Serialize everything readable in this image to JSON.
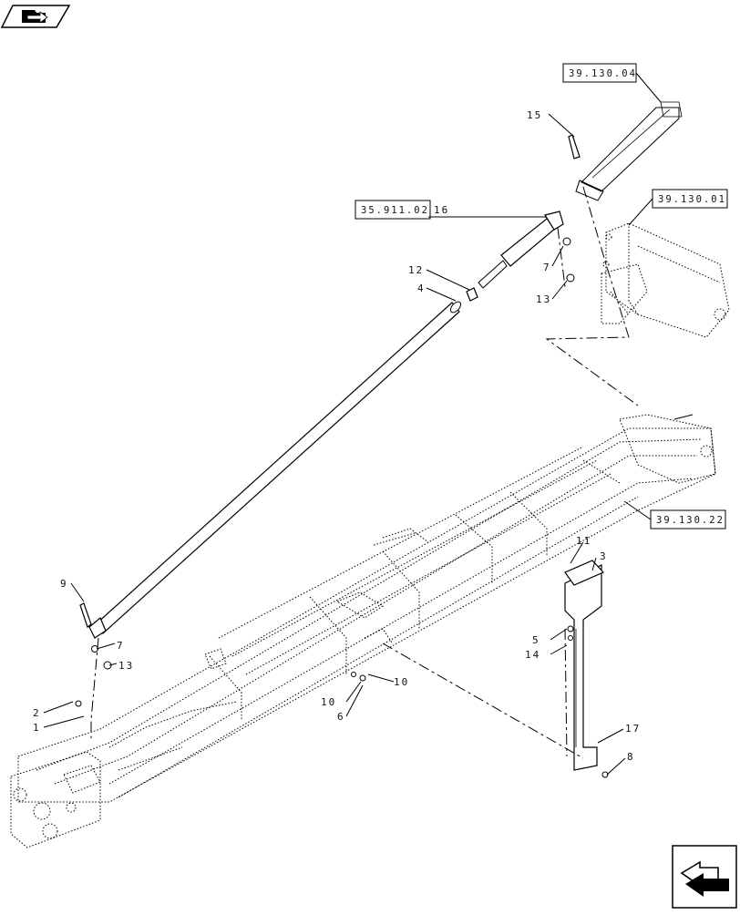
{
  "nav": {
    "prev_icon": "back-arrow-icon",
    "next_icon": "forward-arrow-icon"
  },
  "refs": {
    "r1": "39.130.04",
    "r2": "39.130.01",
    "r3": "35.911.02",
    "r4": "39.130.22"
  },
  "callouts": {
    "c15": "15",
    "c16": "16",
    "c7a": "7",
    "c13a": "13",
    "c12": "12",
    "c4": "4",
    "c11": "11",
    "c3": "3",
    "c9": "9",
    "c7b": "7",
    "c13b": "13",
    "c5": "5",
    "c14": "14",
    "c2": "2",
    "c1": "1",
    "c10a": "10",
    "c10b": "10",
    "c6": "6",
    "c17": "17",
    "c8": "8"
  }
}
